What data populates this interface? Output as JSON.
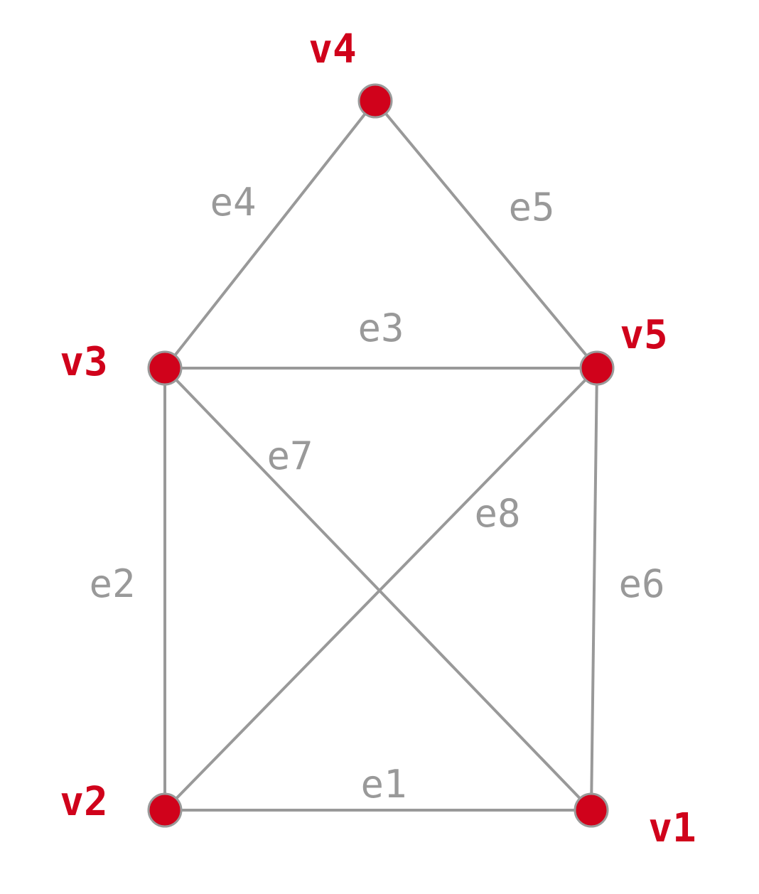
{
  "colors": {
    "vertex": "#d0021b",
    "vertex_label": "#d0021b",
    "edge": "#999999",
    "edge_label": "#999999"
  },
  "vertices": [
    {
      "id": "v1",
      "label": "v1"
    },
    {
      "id": "v2",
      "label": "v2"
    },
    {
      "id": "v3",
      "label": "v3"
    },
    {
      "id": "v4",
      "label": "v4"
    },
    {
      "id": "v5",
      "label": "v5"
    }
  ],
  "edges": [
    {
      "id": "e1",
      "label": "e1",
      "from": "v1",
      "to": "v2"
    },
    {
      "id": "e2",
      "label": "e2",
      "from": "v2",
      "to": "v3"
    },
    {
      "id": "e3",
      "label": "e3",
      "from": "v3",
      "to": "v5"
    },
    {
      "id": "e4",
      "label": "e4",
      "from": "v3",
      "to": "v4"
    },
    {
      "id": "e5",
      "label": "e5",
      "from": "v4",
      "to": "v5"
    },
    {
      "id": "e6",
      "label": "e6",
      "from": "v5",
      "to": "v1"
    },
    {
      "id": "e7",
      "label": "e7",
      "from": "v3",
      "to": "v1"
    },
    {
      "id": "e8",
      "label": "e8",
      "from": "v5",
      "to": "v2"
    }
  ]
}
